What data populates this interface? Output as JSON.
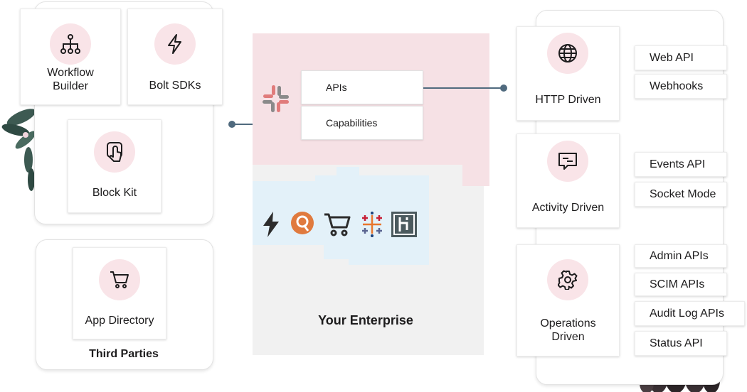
{
  "left": {
    "workflow_builder": "Workflow\nBuilder",
    "bolt_sdks": "Bolt SDKs",
    "block_kit": "Block Kit",
    "app_directory": "App Directory",
    "third_parties": "Third Parties"
  },
  "center": {
    "apis": "APIs",
    "capabilities": "Capabilities",
    "enterprise": "Your Enterprise"
  },
  "right": {
    "http_driven": "HTTP Driven",
    "activity_driven": "Activity Driven",
    "operations_driven": "Operations\nDriven",
    "http_items": [
      "Web API",
      "Webhooks"
    ],
    "activity_items": [
      "Events API",
      "Socket Mode"
    ],
    "operations_items": [
      "Admin APIs",
      "SCIM APIs",
      "Audit Log APIs",
      "Status API"
    ]
  },
  "colors": {
    "pink_circle": "#f9e4e8",
    "pink_panel": "#f6e1e5",
    "blue_panel": "#e3f1f9",
    "gray_panel": "#f1f1f1",
    "connector": "#506a7e",
    "icon": "#1d1c1d"
  },
  "icons": [
    "workflow-icon",
    "lightning-icon",
    "touch-icon",
    "cart-icon",
    "globe-icon",
    "message-icon",
    "gear-icon",
    "slack-logo",
    "zap-logo",
    "search-logo",
    "store-logo",
    "tableau-logo",
    "heroku-logo"
  ]
}
